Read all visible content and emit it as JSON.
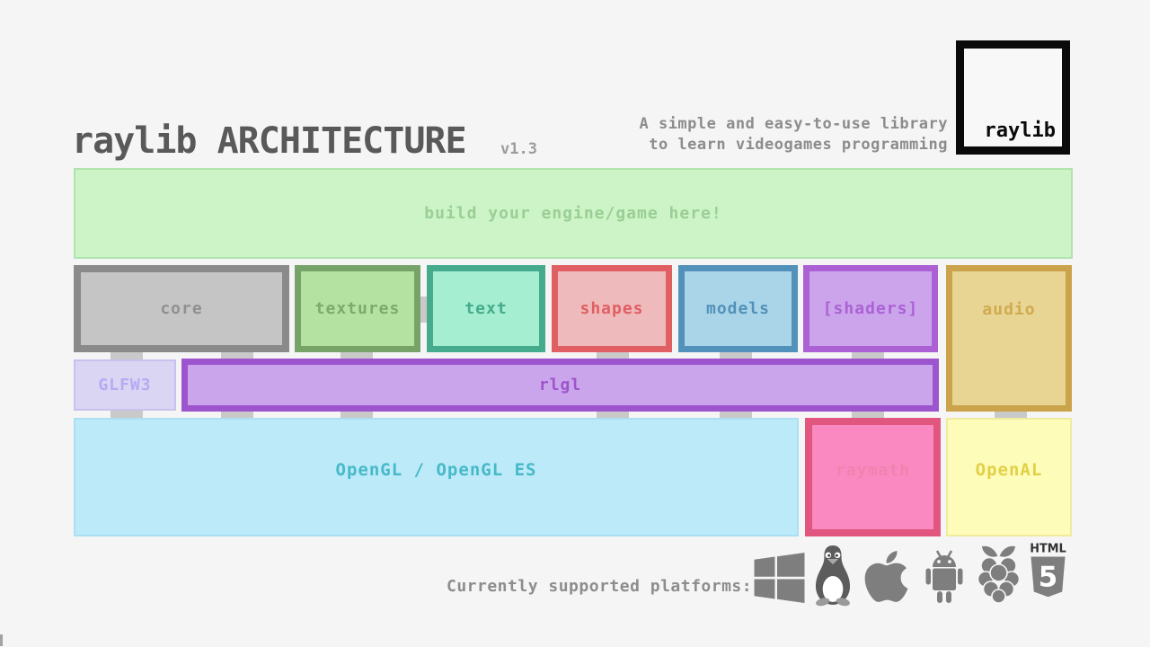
{
  "colors": {
    "background": "#f5f5f6",
    "connector": "#c9c9c9",
    "title": "#595959",
    "version": "#9c9c9c",
    "tagline": "#8c8c8c",
    "logo": "#0a0a0a",
    "platforms_label": "#8d8d8d",
    "platform_icon": "#7e7e7e",
    "corner_tick": "#a2a2a2"
  },
  "header": {
    "title": "raylib ARCHITECTURE",
    "version": "v1.3",
    "tagline_line1": "A simple and easy-to-use library",
    "tagline_line2": "to learn videogames programming",
    "logo_text": "raylib"
  },
  "diagram": {
    "engine": {
      "label": "build your engine/game here!",
      "fill": "#ccf4c7",
      "border": "#b2e3ae",
      "text": "#9bce95"
    },
    "modules": {
      "core": {
        "label": "core",
        "fill": "#c5c5c5",
        "border": "#8a8a8a",
        "text": "#909090"
      },
      "textures": {
        "label": "textures",
        "fill": "#b3e2a1",
        "border": "#77a369",
        "text": "#7cab6d"
      },
      "text": {
        "label": "text",
        "fill": "#a5eed1",
        "border": "#46ab8d",
        "text": "#46ab8d"
      },
      "shapes": {
        "label": "shapes",
        "fill": "#efbabc",
        "border": "#e05f63",
        "text": "#e05f63"
      },
      "models": {
        "label": "models",
        "fill": "#aad5e9",
        "border": "#5291b9",
        "text": "#5291b9"
      },
      "shaders": {
        "label": "[shaders]",
        "fill": "#cba4eb",
        "border": "#ab61d4",
        "text": "#ab61d4"
      },
      "audio": {
        "label": "audio",
        "fill": "#e8d493",
        "border": "#cba34b",
        "text": "#d0aa4e"
      }
    },
    "platform_layer": {
      "glfw3": {
        "label": "GLFW3",
        "fill": "#d9d5f3",
        "border": "#c8c2ef",
        "text": "#b5abf3"
      },
      "rlgl": {
        "label": "rlgl",
        "fill": "#cba5eb",
        "border": "#9c55cc",
        "text": "#9c55cc"
      }
    },
    "backend_layer": {
      "opengl": {
        "label": "OpenGL / OpenGL ES",
        "fill": "#bdeaf8",
        "border": "#abdff2",
        "text": "#46b9c9"
      },
      "raymath": {
        "label": "raymath",
        "fill": "#fb89c1",
        "border": "#e1567f",
        "text": "#ef83af"
      },
      "openal": {
        "label": "OpenAL",
        "fill": "#fdfcb9",
        "border": "#f1eb9e",
        "text": "#e3cf47"
      }
    }
  },
  "platforms": {
    "label": "Currently supported platforms:",
    "icons": [
      "windows",
      "linux",
      "apple",
      "android",
      "raspberry-pi",
      "html5"
    ],
    "html5_top_text": "HTML",
    "html5_number": "5"
  }
}
